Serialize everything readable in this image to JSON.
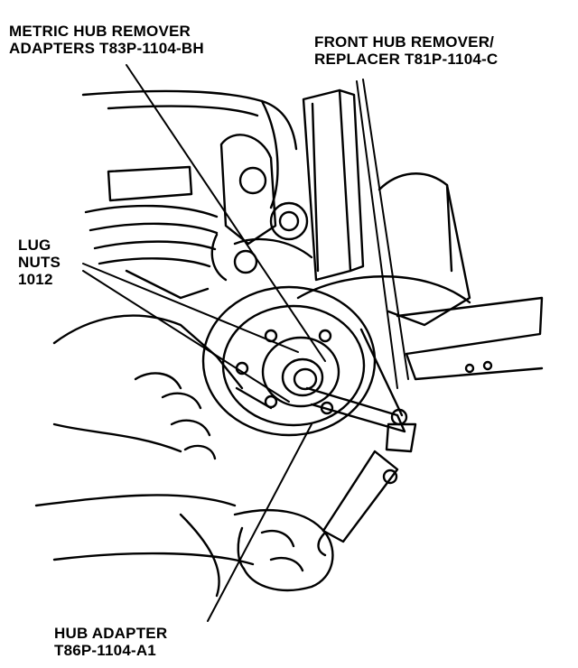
{
  "labels": {
    "metric_line1": "METRIC HUB REMOVER",
    "metric_line2": "ADAPTERS T83P-1104-BH",
    "front_line1": "FRONT HUB REMOVER/",
    "front_line2": "REPLACER T81P-1104-C",
    "lug_line1": "LUG",
    "lug_line2": "NUTS",
    "lug_line3": "1012",
    "hub_line1": "HUB ADAPTER",
    "hub_line2": "T86P-1104-A1"
  },
  "colors": {
    "ink": "#000000",
    "paper": "#ffffff"
  }
}
